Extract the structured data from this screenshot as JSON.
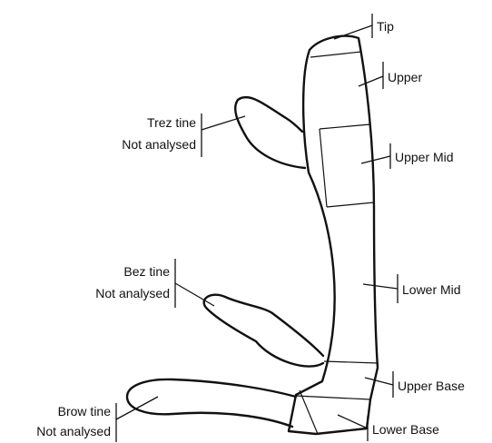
{
  "labels": {
    "tip": "Tip",
    "upper": "Upper",
    "upper_mid": "Upper Mid",
    "lower_mid": "Lower Mid",
    "upper_base": "Upper Base",
    "lower_base": "Lower Base",
    "trez_tine": "Trez tine",
    "bez_tine": "Bez tine",
    "brow_tine": "Brow tine",
    "not_analysed": "Not analysed"
  },
  "colors": {
    "stroke": "#111111",
    "background": "#ffffff"
  }
}
